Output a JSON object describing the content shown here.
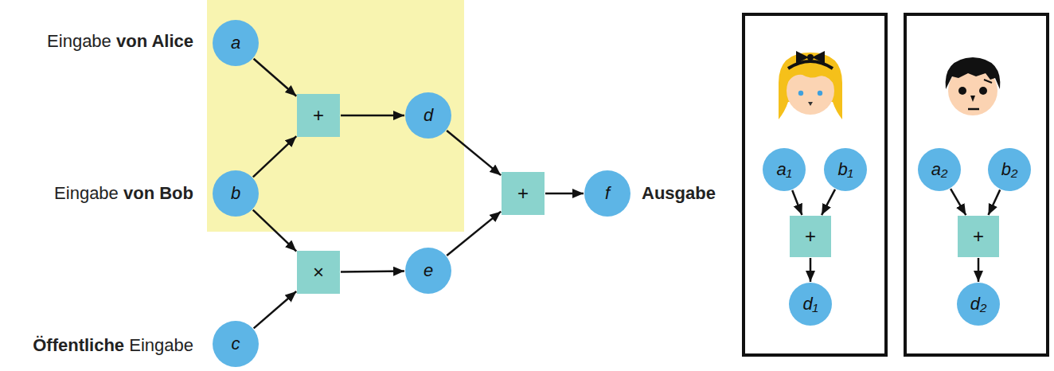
{
  "diagram": {
    "nodes": [
      {
        "text": [
          "a"
        ]
      },
      {
        "text": [
          "+"
        ]
      },
      {
        "text": [
          "d"
        ]
      },
      {
        "text": [
          "b"
        ]
      },
      {
        "text": [
          "×"
        ]
      },
      {
        "text": [
          "e"
        ]
      },
      {
        "text": [
          "c"
        ]
      },
      {
        "text": [
          "+"
        ]
      },
      {
        "text": [
          "f"
        ]
      },
      {
        "text": []
      },
      {
        "text": [
          "a₁"
        ],
        "in": 9
      },
      {
        "text": [
          "b₁"
        ],
        "in": 9
      },
      {
        "text": [
          "+"
        ],
        "in": 9
      },
      {
        "text": [
          "d₁"
        ],
        "in": 9
      },
      {
        "text": []
      },
      {
        "text": [
          "a₂"
        ],
        "in": 14
      },
      {
        "text": [
          "b₂"
        ],
        "in": 14
      },
      {
        "text": [
          "+"
        ],
        "in": 14
      },
      {
        "text": [
          "d₂"
        ],
        "in": 14
      }
    ],
    "edges": [
      {
        "from": 0,
        "to": 1,
        "arrow": "to"
      },
      {
        "from": 3,
        "to": 1,
        "arrow": "to"
      },
      {
        "from": 1,
        "to": 2,
        "arrow": "to"
      },
      {
        "from": 3,
        "to": 4,
        "arrow": "to"
      },
      {
        "from": 6,
        "to": 4,
        "arrow": "to"
      },
      {
        "from": 4,
        "to": 5,
        "arrow": "to"
      },
      {
        "from": 2,
        "to": 7,
        "arrow": "to"
      },
      {
        "from": 5,
        "to": 7,
        "arrow": "to"
      },
      {
        "from": 7,
        "to": 8,
        "arrow": "to"
      },
      {
        "from": 10,
        "to": 12,
        "arrow": "to"
      },
      {
        "from": 11,
        "to": 12,
        "arrow": "to"
      },
      {
        "from": 12,
        "to": 13,
        "arrow": "to"
      },
      {
        "from": 15,
        "to": 17,
        "arrow": "to"
      },
      {
        "from": 16,
        "to": 17,
        "arrow": "to"
      },
      {
        "from": 17,
        "to": 18,
        "arrow": "to"
      }
    ],
    "labels": [
      "Eingabe",
      "von Alice",
      "Eingabe",
      "von Bob",
      "Öffentliche",
      "Eingabe",
      "Ausgabe"
    ]
  }
}
